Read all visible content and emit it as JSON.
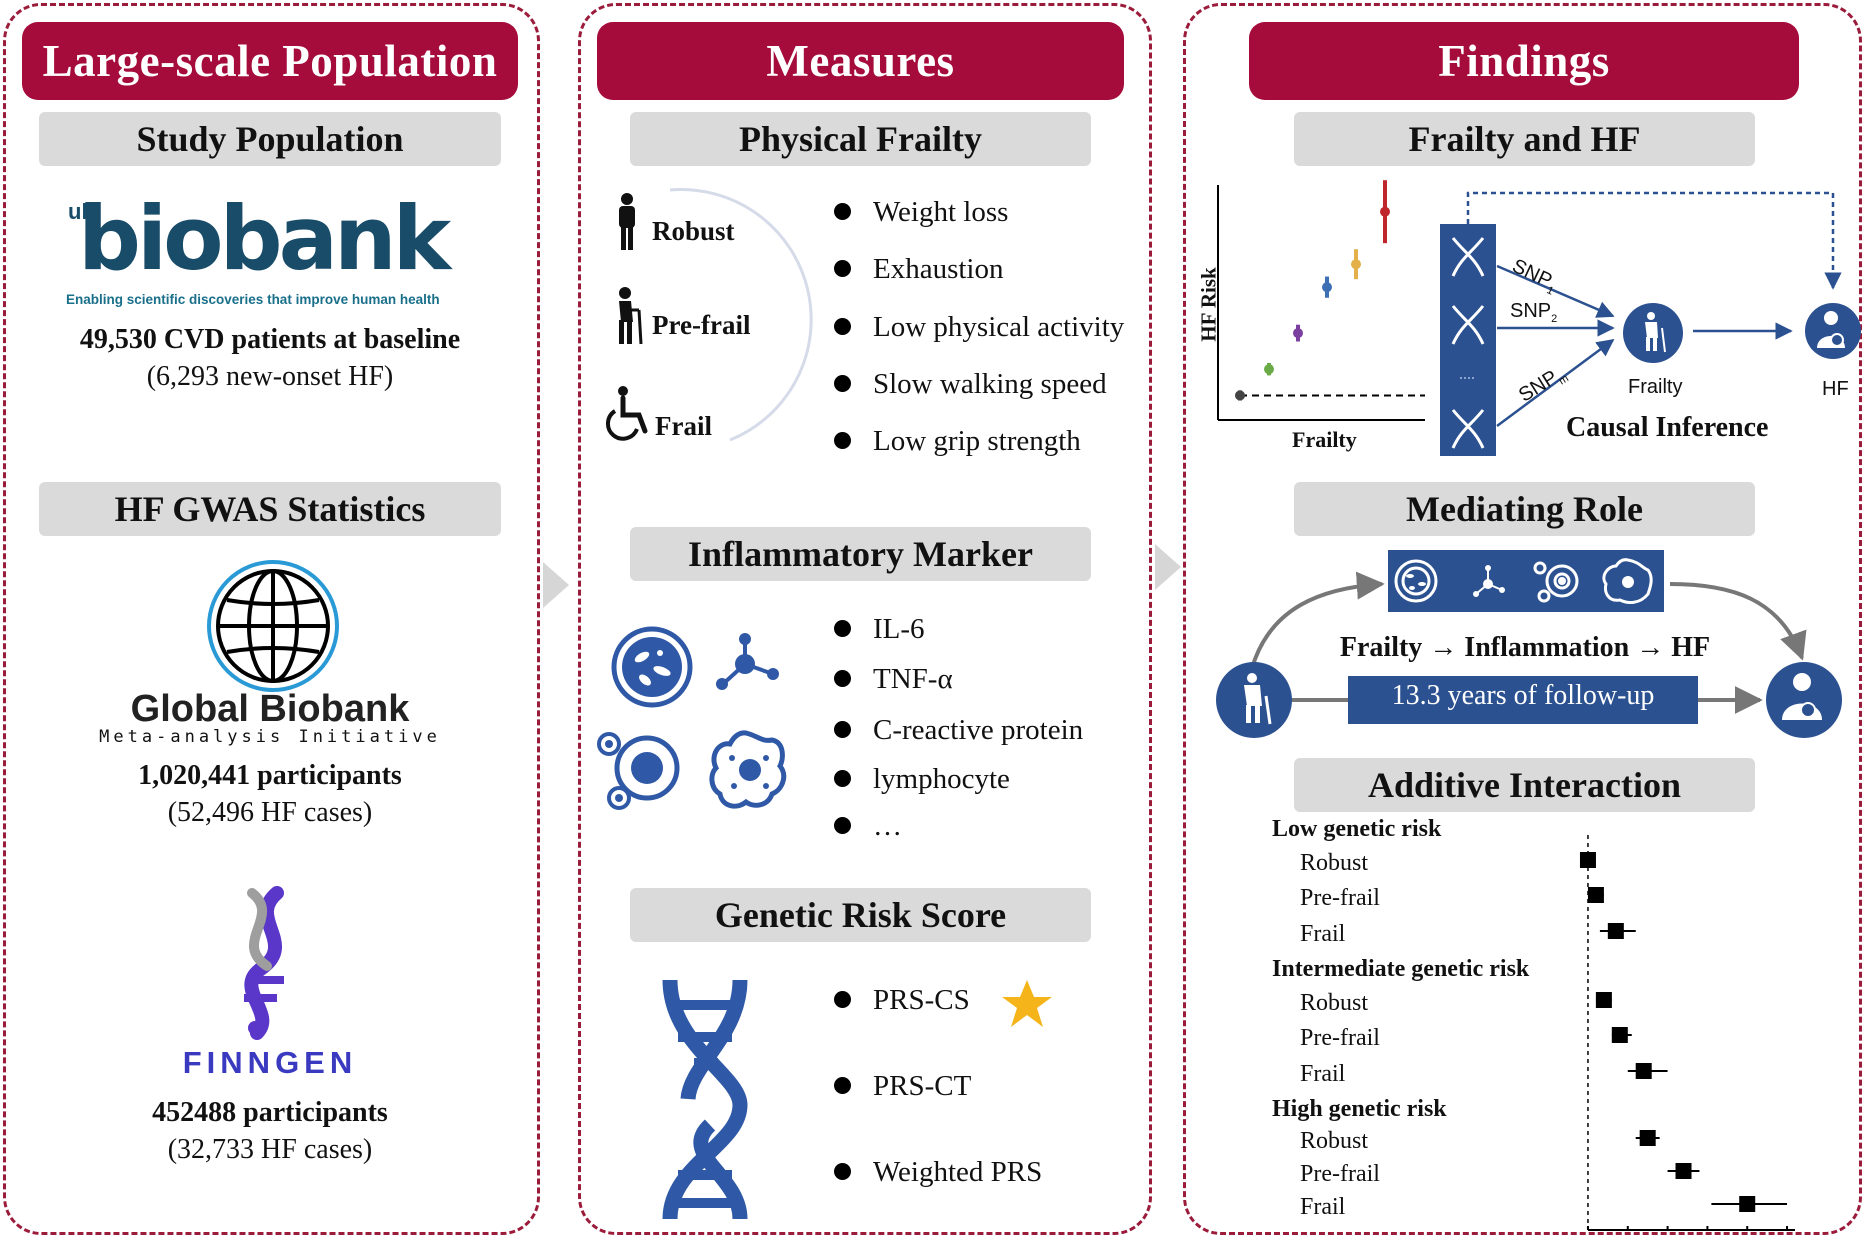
{
  "columns": {
    "population": {
      "header": "Large-scale Population",
      "study_population": {
        "title": "Study Population",
        "logo_prefix": "uk",
        "logo_main": "biobank",
        "logo_tagline": "Enabling scientific discoveries that improve human health",
        "patients": "49,530 CVD patients at baseline",
        "new_onset": "(6,293 new-onset HF)"
      },
      "gwas": {
        "title": "HF GWAS Statistics",
        "gbmi_name": "Global Biobank",
        "gbmi_sub": "Meta-analysis Initiative",
        "gbmi_participants": "1,020,441 participants",
        "gbmi_cases": "(52,496 HF cases)",
        "finngen_name": "FINNGEN",
        "finngen_participants": "452488 participants",
        "finngen_cases": "(32,733 HF cases)"
      }
    },
    "measures": {
      "header": "Measures",
      "physical_frailty": {
        "title": "Physical Frailty",
        "states": [
          "Robust",
          "Pre-frail",
          "Frail"
        ],
        "criteria": [
          "Weight loss",
          "Exhaustion",
          "Low physical activity",
          "Slow walking speed",
          "Low grip strength"
        ]
      },
      "inflammatory": {
        "title": "Inflammatory Marker",
        "markers": [
          "IL-6",
          "TNF-α",
          "C-reactive protein",
          "lymphocyte",
          "…"
        ]
      },
      "genetic": {
        "title": "Genetic Risk Score",
        "scores": [
          "PRS-CS",
          "PRS-CT",
          "Weighted PRS"
        ]
      }
    },
    "findings": {
      "header": "Findings",
      "frailty_hf": {
        "title": "Frailty and HF",
        "ylabel": "HF Risk",
        "xlabel": "Frailty",
        "snp_labels": [
          "SNP",
          "SNP",
          "SNP"
        ],
        "snp_subs": [
          "1",
          "2",
          "m"
        ],
        "frailty_label": "Frailty",
        "hf_label": "HF",
        "causal": "Causal Inference"
      },
      "mediating": {
        "title": "Mediating Role",
        "pathway": "Frailty → Inflammation → HF",
        "followup": "13.3 years of follow-up"
      },
      "additive": {
        "title": "Additive Interaction",
        "groups": [
          {
            "label": "Low genetic risk",
            "rows": [
              "Robust",
              "Pre-frail",
              "Frail"
            ]
          },
          {
            "label": "Intermediate genetic risk",
            "rows": [
              "Robust",
              "Pre-frail",
              "Frail"
            ]
          },
          {
            "label": "High genetic risk",
            "rows": [
              "Robust",
              "Pre-frail",
              "Frail"
            ]
          }
        ]
      }
    }
  },
  "colors": {
    "header_red": "#a50b3b",
    "panel_gray": "#dadada",
    "icon_blue": "#2f59a6",
    "dark_blue": "#2c5190",
    "star": "#f4b41a"
  },
  "chart_data": [
    {
      "type": "scatter",
      "title": "Frailty and HF",
      "xlabel": "Frailty",
      "ylabel": "HF Risk",
      "x": [
        1,
        2,
        3,
        4,
        5,
        6
      ],
      "y": [
        0.1,
        0.5,
        1.05,
        1.75,
        2.1,
        2.9
      ],
      "err": [
        0.02,
        0.04,
        0.08,
        0.12,
        0.2,
        0.5
      ],
      "colors": [
        "#444444",
        "#6aab48",
        "#7b3fa0",
        "#3c6fb4",
        "#e4b04a",
        "#c0272d"
      ]
    },
    {
      "type": "forest",
      "title": "Additive Interaction",
      "categories": [
        "Robust",
        "Pre-frail",
        "Frail",
        "Robust",
        "Pre-frail",
        "Frail",
        "Robust",
        "Pre-frail",
        "Frail"
      ],
      "groups": [
        "Low genetic risk",
        "Low genetic risk",
        "Low genetic risk",
        "Intermediate genetic risk",
        "Intermediate genetic risk",
        "Intermediate genetic risk",
        "High genetic risk",
        "High genetic risk",
        "High genetic risk"
      ],
      "values": [
        1.0,
        1.1,
        1.35,
        1.2,
        1.4,
        1.7,
        1.75,
        2.2,
        3.0
      ],
      "lower": [
        1.0,
        1.0,
        1.15,
        1.1,
        1.3,
        1.5,
        1.6,
        2.0,
        2.55
      ],
      "upper": [
        1.0,
        1.2,
        1.6,
        1.3,
        1.55,
        2.0,
        1.9,
        2.4,
        3.5
      ],
      "xlim": [
        0.9,
        3.6
      ]
    }
  ]
}
